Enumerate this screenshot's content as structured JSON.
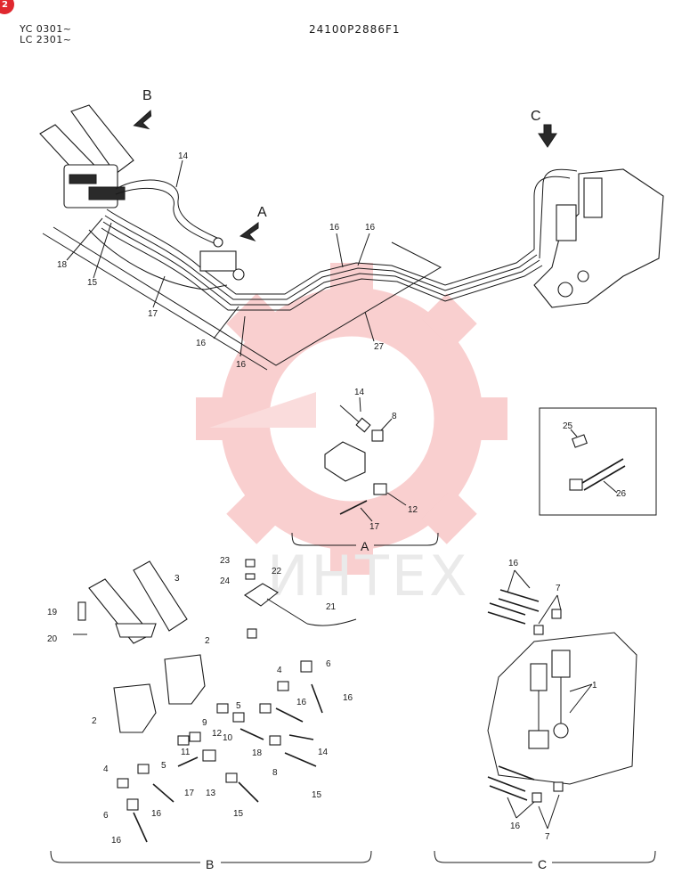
{
  "header": {
    "serial_line1": "YC 0301~",
    "serial_line2": "LC 2301~",
    "part_number": "24100P2886F1"
  },
  "page_badge": "2",
  "watermark": {
    "text": "ИНТЕХ",
    "color": "#f5b5b5"
  },
  "views": {
    "arrow_b": "B",
    "arrow_a": "A",
    "arrow_c": "C",
    "caption_a": "A",
    "caption_b": "B",
    "caption_c": "C"
  },
  "callouts": {
    "main": [
      "14",
      "18",
      "15",
      "17",
      "16",
      "16",
      "16",
      "16",
      "27"
    ],
    "detail_a": [
      "14",
      "8",
      "12",
      "17"
    ],
    "inset": [
      "25",
      "26"
    ],
    "detail_b": [
      "3",
      "19",
      "20",
      "23",
      "24",
      "22",
      "21",
      "2",
      "2",
      "4",
      "6",
      "16",
      "5",
      "9",
      "10",
      "16",
      "11",
      "12",
      "18",
      "14",
      "5",
      "8",
      "4",
      "17",
      "13",
      "15",
      "15",
      "6",
      "16",
      "16"
    ],
    "detail_c": [
      "16",
      "7",
      "1",
      "16",
      "7"
    ]
  }
}
